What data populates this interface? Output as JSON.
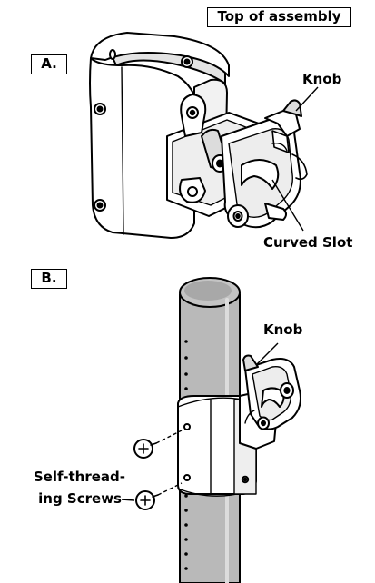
{
  "header": {
    "assembly_note": "Top of assembly"
  },
  "panel_a": {
    "label": "A.",
    "callouts": {
      "knob": "Knob",
      "curved_slot": "Curved Slot"
    }
  },
  "panel_b": {
    "label": "B.",
    "callouts": {
      "knob": "Knob",
      "screws_line1": "Self-thread-",
      "screws_line2": "ing Screws"
    }
  },
  "colors": {
    "line": "#000000",
    "pole_fill": "#b9b9b9",
    "pole_shadow": "#9a9a9a",
    "bracket_fill": "#ffffff",
    "bracket_shade": "#d9d9d9"
  }
}
